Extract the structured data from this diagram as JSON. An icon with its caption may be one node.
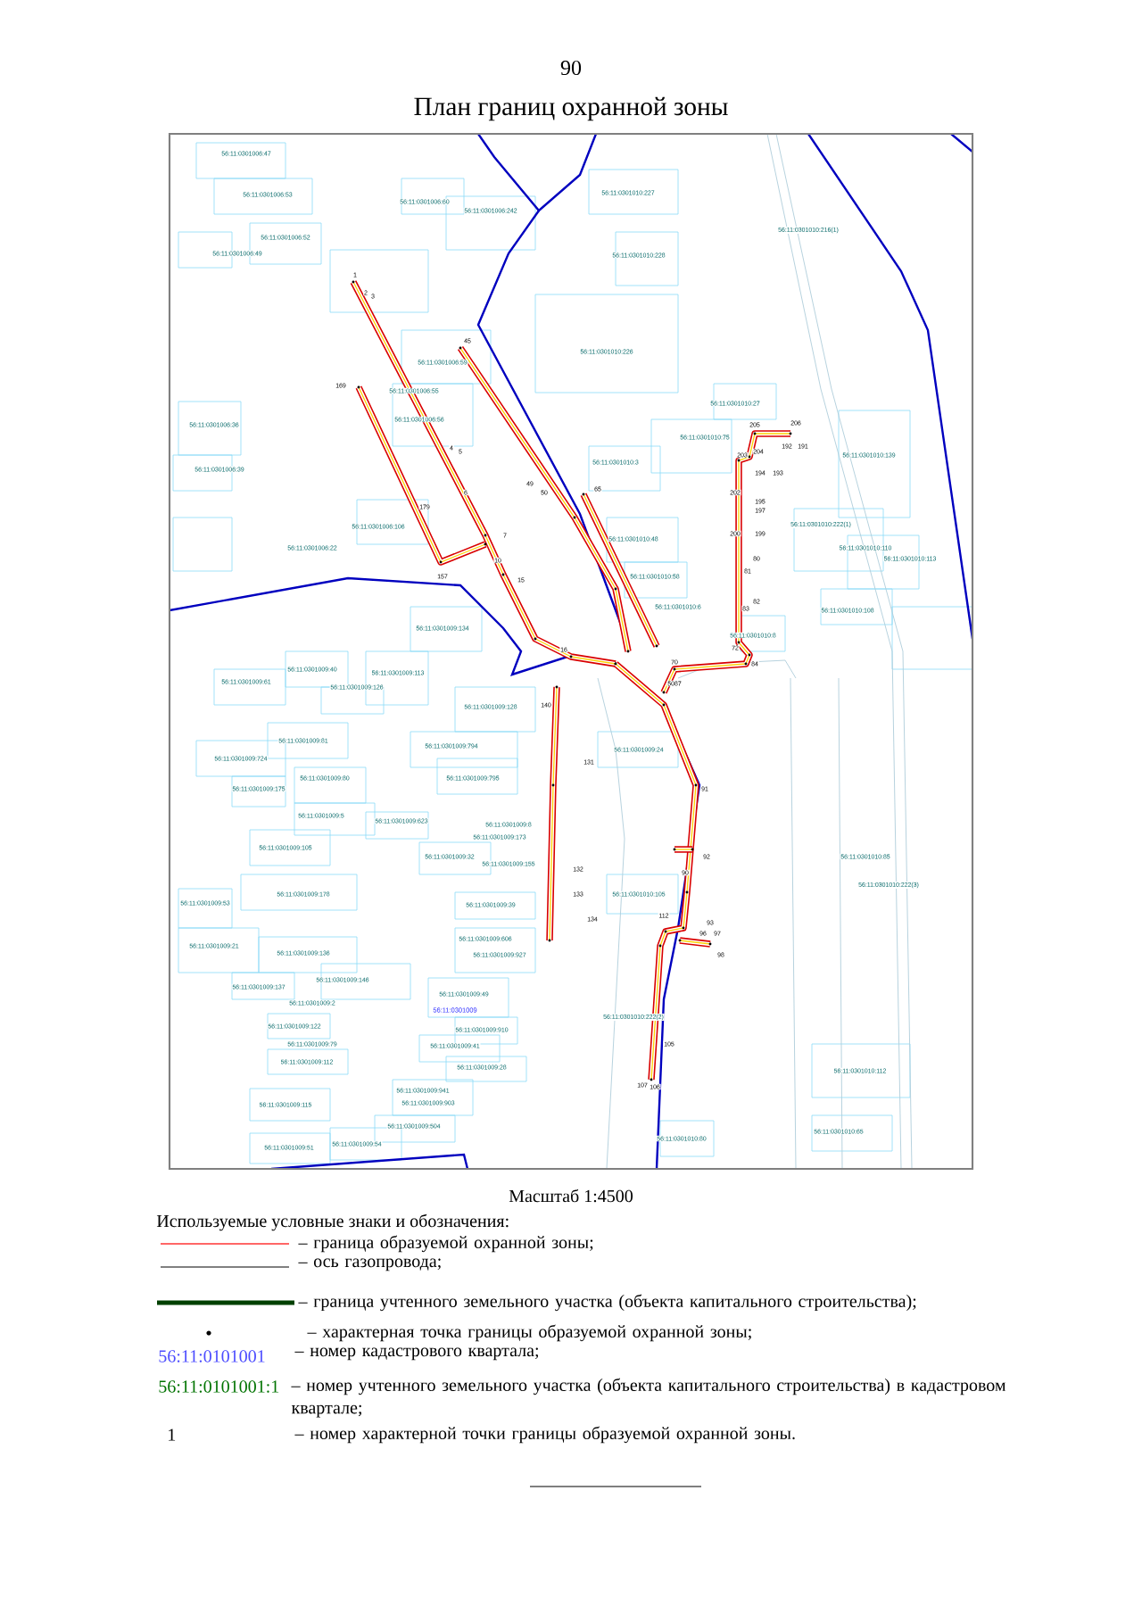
{
  "diagram": {
    "title": "План границ охранной зоны",
    "labels": [
      "90",
      "56:11:0301006:47",
      "56:11:0301006:53",
      "56:11:0301006:52",
      "56:11:0301006:49",
      "56:11:0301006:60",
      "56:11:0301006:242",
      "56:11:0301006:59",
      "56:11:0301006:55",
      "56:11:0301006:56",
      "56:11:0301006:36",
      "56:11:0301006:39",
      "56:11:0301006:106",
      "56:11:0301006:22",
      "56:11:0301009:134",
      "56:11:0301010:227",
      "56:11:0301010:228",
      "56:11:0301010:216(1)",
      "56:11:0301010:226",
      "56:11:0301010:27",
      "56:11:0301010:75",
      "56:11:0301010:3",
      "56:11:0301010:139",
      "56:11:0301010:222(1)",
      "56:11:0301010:48",
      "56:11:0301010:110",
      "56:11:0301010:113",
      "56:11:0301010:58",
      "56:11:0301010:6",
      "56:11:0301010:108",
      "56:11:0301010:8",
      "56:11:0301009:40",
      "56:11:0301009:113",
      "56:11:0301009:61",
      "56:11:0301009:126",
      "56:11:0301009:128",
      "56:11:0301009:81",
      "56:11:0301009:724",
      "56:11:0301009:794",
      "56:11:0301009:80",
      "56:11:0301009:795",
      "56:11:0301009:175",
      "56:11:0301009:5",
      "56:11:0301009:623",
      "56:11:0301009:105",
      "56:11:0301009:32",
      "56:11:0301009:8",
      "56:11:0301009:173",
      "56:11:0301009:155",
      "56:11:0301009:178",
      "56:11:0301009:53",
      "56:11:0301009:39",
      "56:11:0301009:21",
      "56:11:0301009:136",
      "56:11:0301009:606",
      "56:11:0301009:927",
      "56:11:0301009:137",
      "56:11:0301009:146",
      "56:11:0301009:2",
      "56:11:0301009:49",
      "56:11:0301009",
      "56:11:0301009:122",
      "56:11:0301009:79",
      "56:11:0301009:41",
      "56:11:0301009:910",
      "56:11:0301009:112",
      "56:11:0301009:28",
      "56:11:0301009:115",
      "56:11:0301009:941",
      "56:11:0301009:903",
      "56:11:0301009:504",
      "56:11:0301009:51",
      "56:11:0301009:54",
      "56:11:0301009:24",
      "56:11:0301010:85",
      "56:11:0301010:105",
      "56:11:0301010:222(3)",
      "56:11:0301010:222(2)",
      "56:11:0301010:112",
      "56:11:0301010:80",
      "56:11:0301010:65",
      "1",
      "2",
      "3",
      "45",
      "169",
      "4",
      "5",
      "6",
      "7",
      "10",
      "15",
      "16",
      "49",
      "50",
      "65",
      "179",
      "157",
      "205",
      "206",
      "192",
      "191",
      "203",
      "204",
      "194",
      "193",
      "202",
      "195",
      "197",
      "200",
      "199",
      "80",
      "81",
      "82",
      "83",
      "70",
      "72",
      "84",
      "5087",
      "91",
      "92",
      "90",
      "93",
      "96",
      "97",
      "98",
      "112",
      "107",
      "106",
      "105",
      "140",
      "131",
      "132",
      "133",
      "134",
      "Масштаб 1:4500",
      "Используемые условные знаки и обозначения:",
      "56:11:0101001",
      "56:11:0101001:1",
      "1"
    ],
    "legend": [
      {
        "text": "– граница образуемой охранной зоны;"
      },
      {
        "text": "– ось газопровода;"
      },
      {
        "text": "– граница учтенного земельного участка (объекта капитального строительства);"
      },
      {
        "text": "– характерная точка границы образуемой охранной зоны;"
      },
      {
        "text": "– номер кадастрового квартала;"
      },
      {
        "text": "– номер учтенного земельного участка (объекта капитального строительства) в кадастровом квартале;"
      },
      {
        "text": "– номер характерной точки границы образуемой охранной зоны."
      }
    ]
  }
}
